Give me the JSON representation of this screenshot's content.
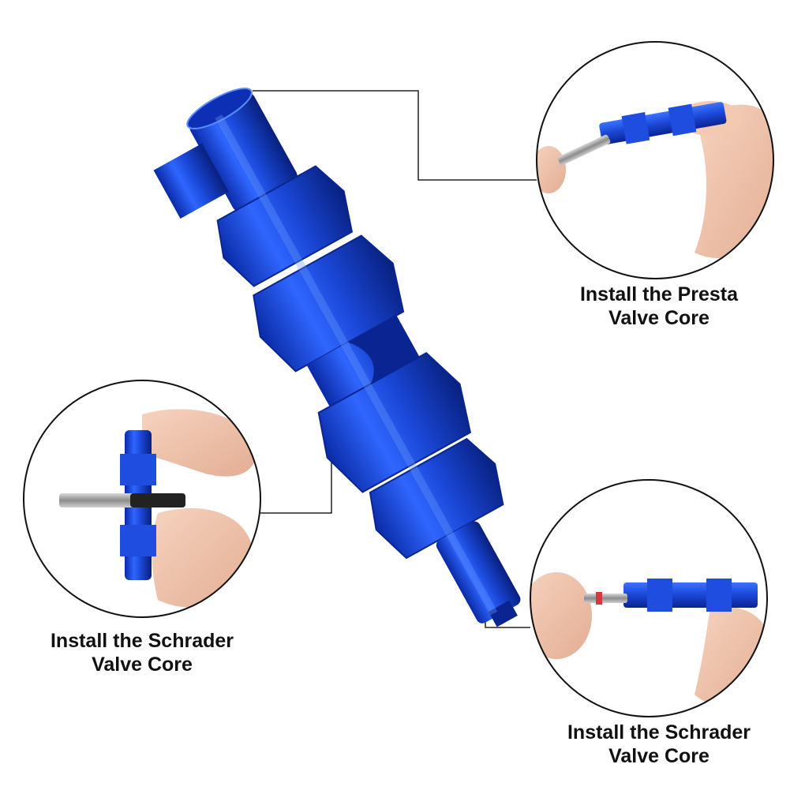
{
  "captions": {
    "presta": {
      "line1": "Install the Presta",
      "line2": "Valve Core"
    },
    "schrader_left": {
      "line1": "Install the Schrader",
      "line2": "Valve Core"
    },
    "schrader_right": {
      "line1": "Install the Schrader",
      "line2": "Valve Core"
    }
  },
  "colors": {
    "tool_blue": "#1f4fe0",
    "tool_dark": "#0b2aa8",
    "tool_light": "#4f86ff",
    "skin": "#f2c6ae",
    "outline": "#111111",
    "background": "#ffffff"
  }
}
